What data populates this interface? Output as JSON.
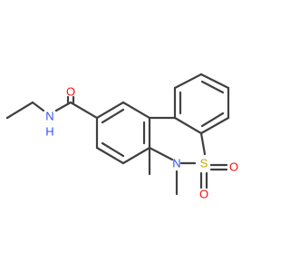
{
  "molecule": {
    "atoms": {
      "oxygen_carbonyl": "O",
      "nitrogen_amide": "N",
      "hydrogen_amide": "H",
      "nitrogen_ring": "N",
      "sulfur": "S",
      "oxygen_sulfonyl_1": "O",
      "oxygen_sulfonyl_2": "O"
    },
    "colors": {
      "bond": "#404040",
      "oxygen": "#ff0d0d",
      "nitrogen": "#3050f8",
      "sulfur": "#c8a800",
      "carbon": "#404040"
    }
  }
}
